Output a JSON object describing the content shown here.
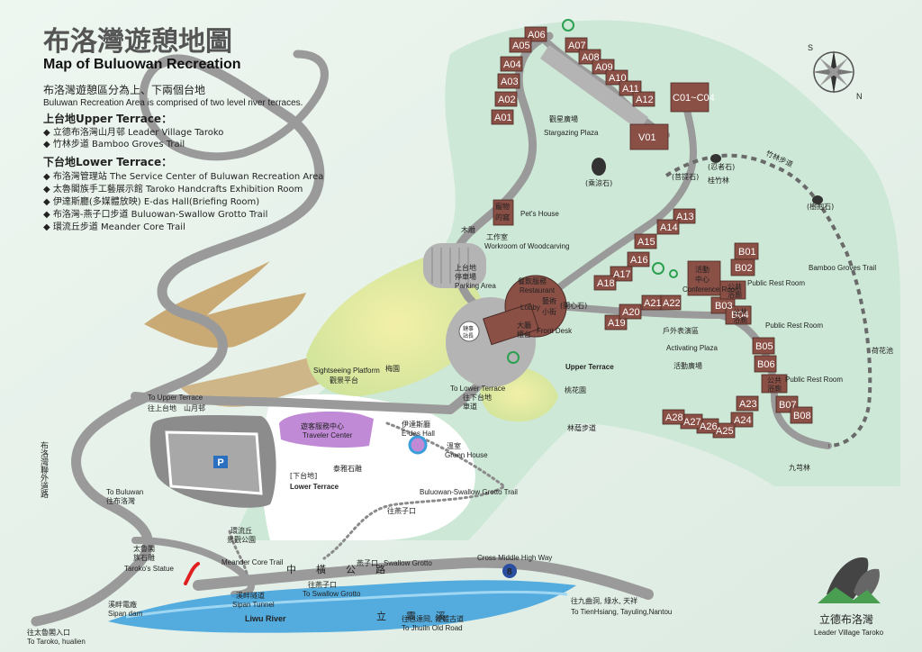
{
  "title": {
    "zh": "布洛灣遊憩地圖",
    "en": "Map of Buluowan Recreation"
  },
  "intro": {
    "zh": "布洛灣遊憩區分為上、下兩個台地",
    "en": "Buluwan Recreation Area is comprised of two level river terraces."
  },
  "upper_heading": "上台地Upper Terrace：",
  "upper_items": [
    "◆ 立德布洛灣山月邨 Leader Village Taroko",
    "◆ 竹林步道 Bamboo Groves Trail"
  ],
  "lower_heading": "下台地Lower Terrace：",
  "lower_items": [
    "◆ 布洛灣管理站 The Service Center of Buluwan Recreation Area",
    "◆ 太魯閣族手工藝展示館 Taroko Handcrafts Exhibition Room",
    "◆ 伊達斯廳(多媒體放映)  E-das Hall(Briefing Room)",
    "◆ 布洛灣-燕子口步道 Buluowan-Swallow Grotto Trail",
    "◆ 環流丘步道 Meander Core Trail"
  ],
  "buildings": {
    "A01": "A01",
    "A02": "A02",
    "A03": "A03",
    "A04": "A04",
    "A05": "A05",
    "A06": "A06",
    "A07": "A07",
    "A08": "A08",
    "A09": "A09",
    "A10": "A10",
    "A11": "A11",
    "A12": "A12",
    "A13": "A13",
    "A14": "A14",
    "A15": "A15",
    "A16": "A16",
    "A17": "A17",
    "A18": "A18",
    "A19": "A19",
    "A20": "A20",
    "A21": "A21",
    "A22": "A22",
    "A23": "A23",
    "A24": "A24",
    "A25": "A25",
    "A26": "A26",
    "A27": "A27",
    "A28": "A28",
    "B01": "B01",
    "B02": "B02",
    "B03": "B03",
    "B04": "B04",
    "B05": "B05",
    "B06": "B06",
    "B07": "B07",
    "B08": "B08",
    "C01": "C01~C04",
    "V01": "V01"
  },
  "labels": {
    "stargazing_zh": "觀星廣場",
    "stargazing_en": "Stargazing Plaza",
    "pets_zh1": "寵物",
    "pets_zh2": "的窩",
    "pets_en": "Pet's House",
    "wood_zh1": "木雕",
    "wood_zh2": "工作室",
    "wood_en": "Workroom of Woodcarving",
    "parking_zh1": "上台地",
    "parking_zh2": "停車場",
    "parking_en": "Parking Area",
    "restaurant_zh": "餐飲服務",
    "restaurant_en": "Restaurant",
    "lobby_en": "Lobby",
    "art_zh1": "藝術",
    "art_zh2": "小街",
    "desk_zh1": "大廳",
    "desk_zh2": "櫃台",
    "desk_en": "Front Desk",
    "stage_zh1": "鏈事",
    "stage_zh2": "站長",
    "upper_terrace": "Upper Terrace",
    "peach_zh": "桃花園",
    "plum_zh": "梅園",
    "sightseeing_en": "Sightseeing Platform",
    "sightseeing_zh": "觀景平台",
    "to_lower_en": "To Lower Terrace",
    "to_lower_zh1": "往下台地",
    "to_lower_zh2": "車道",
    "to_upper_en": "To Upper Terrace",
    "to_upper_zh": "往上台地　山月邨",
    "traveler_zh": "遊客服務中心",
    "traveler_en": "Traveler Center",
    "edas_zh": "伊達斯廳",
    "edas_en": "E-das Hall",
    "green_zh": "溫室",
    "green_en": "Green House",
    "taiya_zh": "泰雅石雕",
    "lower_zh": "[下台地]",
    "lower_en": "Lower Terrace",
    "p": "P",
    "grotto_trail_en": "Buluowan-Swallow Grotto Trail",
    "to_grotto_zh": "往燕子口",
    "meander_zh1": "環流丘",
    "meander_zh2": "景觀公園",
    "meander_en": "Meander Core Trail",
    "statue_zh1": "太魯閣",
    "statue_zh2": "族石雕",
    "statue_en": "Taroko's Statue",
    "to_buluwan_en": "To Buluwan",
    "to_buluwan_zh": "往布洛灣",
    "side_road_zh": "布洛灣聯外道路",
    "sipan_zh": "溪畔隧道",
    "sipan_en": "Sipan Tunnel",
    "dam_zh": "溪畔電廠",
    "dam_en": "Sipan dam",
    "taroko_zh": "往太魯閣入口",
    "taroko_en": "To Taroko, hualien",
    "to_swallow_zh": "往燕子口",
    "to_swallow_en": "To Swallow Grotto",
    "swallow_zh": "燕子口",
    "swallow_en": "Swallow Grotto",
    "liwu": "Liwu River",
    "river_zh": "立　　霧　　溪",
    "highway_zh": "中　　橫　　公　　路",
    "cross_en": "Cross Middle High Way",
    "highway_no": "8",
    "jiuqu_zh": "往九曲洞, 綠水, 天祥",
    "jiuqu_en": "To TienHsiang, Tayuling,Nantou",
    "jhuiln_zh": "往巴達岡, 錐麓古道",
    "jhuiln_en": "To Jhuiln Old Road",
    "bamboo_zh": "桂竹林",
    "bamboo_trail_en": "Bamboo Groves Trail",
    "bamboo_trail_zh": "竹林步道",
    "nine_zh": "九芎林",
    "conf_zh1": "活動",
    "conf_zh2": "中心",
    "conf_en": "Conference Room",
    "outdoor_zh": "戶外表演區",
    "activity_en": "Activating Plaza",
    "activity_zh": "活動廣場",
    "rest1_zh1": "公共",
    "rest1_zh2": "浴廁",
    "rest_en": "Public Rest Room",
    "rest2_zh1": "公共",
    "rest2_zh2": "浴廁",
    "rest3_zh1": "公共",
    "rest3_zh2": "浴廁",
    "rock1_zh": "(忍者石)",
    "rock2_zh": "(乘涼石)",
    "rock3_zh": "(樹抱石)",
    "rock4_zh": "(菩提石)",
    "heart_zh": "(開心石)",
    "forest_zh": "林蔭步道",
    "lotus_zh": "荷花池",
    "logo_zh": "立德布洛灣",
    "logo_en": "Leader Village Taroko",
    "compass_n": "N",
    "compass_s": "S"
  },
  "colors": {
    "land": "#cde8d6",
    "road": "#9a9a9a",
    "river": "#3a9fdc",
    "building": "#8a4f45",
    "mud": "#c7a267",
    "plaza": "#b4b4b4",
    "visitor": "#c18ad6"
  }
}
